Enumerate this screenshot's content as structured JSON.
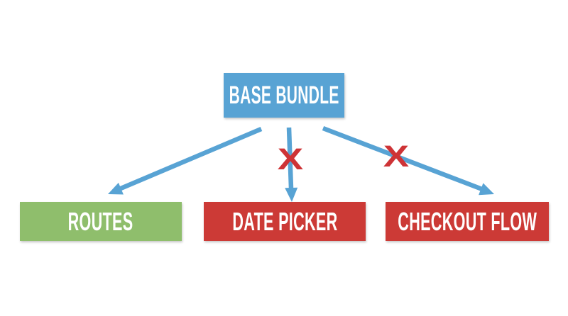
{
  "diagram": {
    "root_node": {
      "label": "BASE BUNDLE"
    },
    "child_nodes": [
      {
        "label": "ROUTES",
        "status": "included"
      },
      {
        "label": "DATE PICKER",
        "status": "excluded"
      },
      {
        "label": "CHECKOUT FLOW",
        "status": "excluded"
      }
    ],
    "blocked_mark": "X",
    "colors": {
      "root_fill": "#58A3D4",
      "included_fill": "#8FBE6C",
      "excluded_fill": "#CC3A36",
      "arrow": "#58A3D4",
      "blocked_x": "#CE3336",
      "label_text": "#FFFFFF",
      "background": "#FFFFFF"
    }
  }
}
